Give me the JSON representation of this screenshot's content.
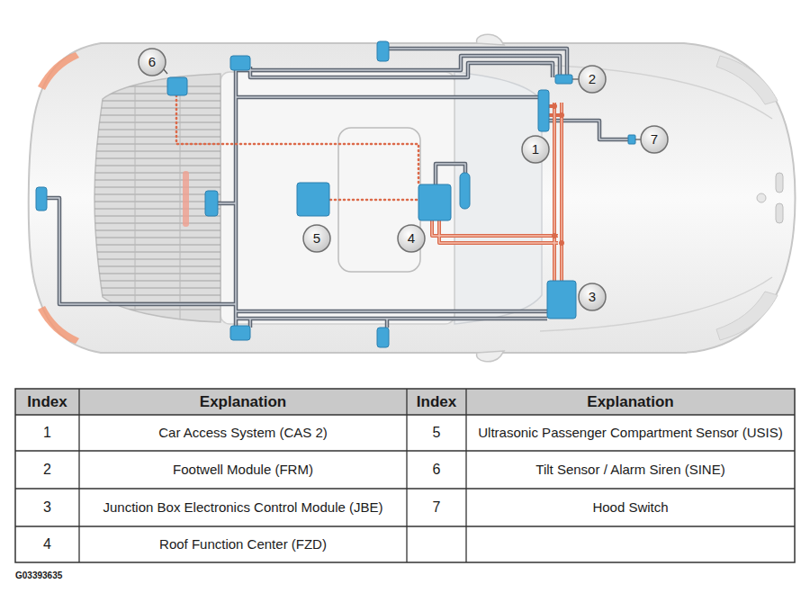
{
  "diagram": {
    "labels": [
      "6",
      "2",
      "1",
      "7",
      "5",
      "4",
      "3",
      "Index",
      "Explanation",
      "Index",
      "Explanation",
      "1",
      "Car Access System (CAS 2)",
      "5",
      "Ultrasonic Passenger Compartment Sensor (USIS)",
      "2",
      "Footwell Module (FRM)",
      "6",
      "Tilt Sensor / Alarm Siren (SINE)",
      "3",
      "Junction Box Electronics Control Module (JBE)",
      "7",
      "Hood Switch",
      "4",
      "Roof Function Center (FZD)",
      "G03393635"
    ]
  }
}
